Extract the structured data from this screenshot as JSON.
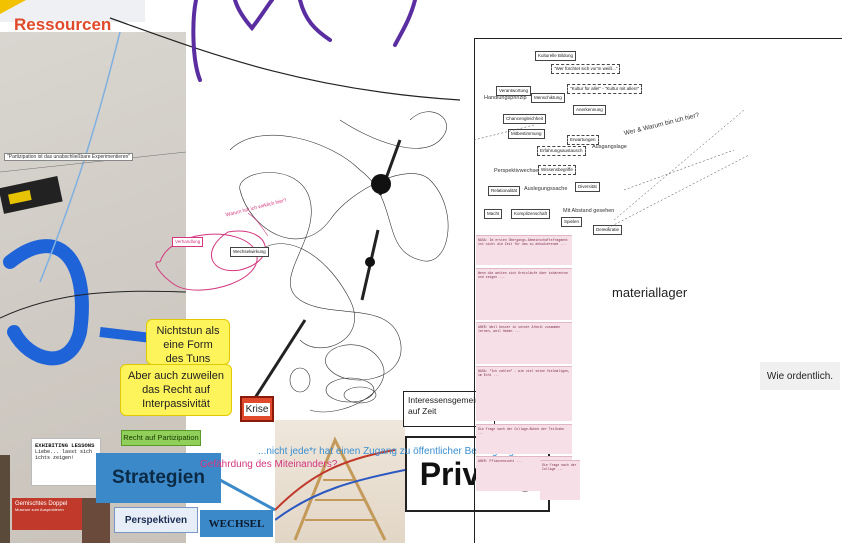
{
  "board": {
    "title": "Ressourcen",
    "area_title": "materiallager",
    "note_box": "Wie ordentlich.",
    "left_annotation": "\"Partizipation ist das unabschließbare Experimentieren\""
  },
  "stickies": {
    "nichtstun": "Nichtstun als eine Form des Tuns",
    "interpassivitaet": "Aber auch zuweilen das Recht auf Interpassivität",
    "recht_partizipation": "Recht auf Partizipation"
  },
  "boxes": {
    "krise": "Krise",
    "interessen": "Interessensgemeinschaft auf Zeit",
    "privileg": "Privileg",
    "strategien": "Strategien",
    "perspektiven": "Perspektiven",
    "wechsel": "WECHSEL"
  },
  "floating_text": {
    "zugang": "...nicht jede*r hat einen Zugang zu öffentlicher Beteiligung",
    "gefaehrdung": "Gefährdung des Miteinanders?",
    "warum_pink": "Warum hat ich wirklich hier?",
    "verhandlung": "Verhandlung",
    "wechselwirkung": "Wechselwirkung"
  },
  "exhibition": {
    "heading": "EXHIBITING LESSONS",
    "body": "Liebe... lasst sich ichts zeigen!"
  },
  "gemischtes": {
    "title": "Gemischtes Doppel",
    "sub": "Museum zum Ausprobieren"
  },
  "mindmap": {
    "kulturelle_bildung": "Kulturelle Bildung",
    "wer_fuerchtet": "\"Wer fürchtet sich vor'm weiß...\"",
    "verantwortung": "Verantwortung",
    "handlungsprinzip": "Handlungsprinzip",
    "menschiktung": "Menschiktung",
    "kultur_fuer_alle": "\"Kultur für alle!\" - \"Kultur mit allen!\"",
    "anerkennung": "Anerkennung",
    "chancengleichheit": "Chancengleichheit",
    "mitbestimmung": "Mitbestimmung",
    "erwartungen": "Erwartungen",
    "erfahrungsaustausch": "Erfahrungsaustausch",
    "ausgangslage": "Ausgangslage",
    "perspektivwechsel": "Perspektivwechsel",
    "wissensbegriffe": "Wissensbegriffe",
    "relationalitaet": "Relationalität",
    "auslegungssache": "Auslegungssache",
    "diversitaet": "Diversität",
    "mit_abstand": "Mit Abstand gesehen",
    "macht": "Macht",
    "komplizenschaft": "Komplizenschaft",
    "spielen": "Spielen",
    "demokratie": "Demokratie",
    "wer_und_warum": "Wer & Warum bin ich hier?"
  },
  "pink_notes": [
    "NASA: Im ersten Übergangs-Gemeinschaftsfragment ist nicht die Zeit für das zu dekodierende ...",
    "Wenn die weiten sich Kreisläufe über kohärenten und zeigen ...",
    "ANER: Weil besser in seiner Arbeit zusammen lernen, weil Haben ...",
    "NASA: \"Ich zahlen\" - wie viel seine Vielmaligen, im Echt ...",
    "Die Frage nach der Collage-Bühne der Teilhabe ...",
    "ANER: Pflanzenzucht ...",
    "Die Frage nach der Collage ..."
  ],
  "colors": {
    "accent_red": "#e04a2b",
    "sticky_yellow": "#fdf35a",
    "partizipation_green": "#8fcf5a",
    "strategien_blue": "#3b89c9",
    "link_blue": "#3b8fd0",
    "annotation_pink": "#d4367f",
    "doodle_purple": "#5a2ea0"
  }
}
